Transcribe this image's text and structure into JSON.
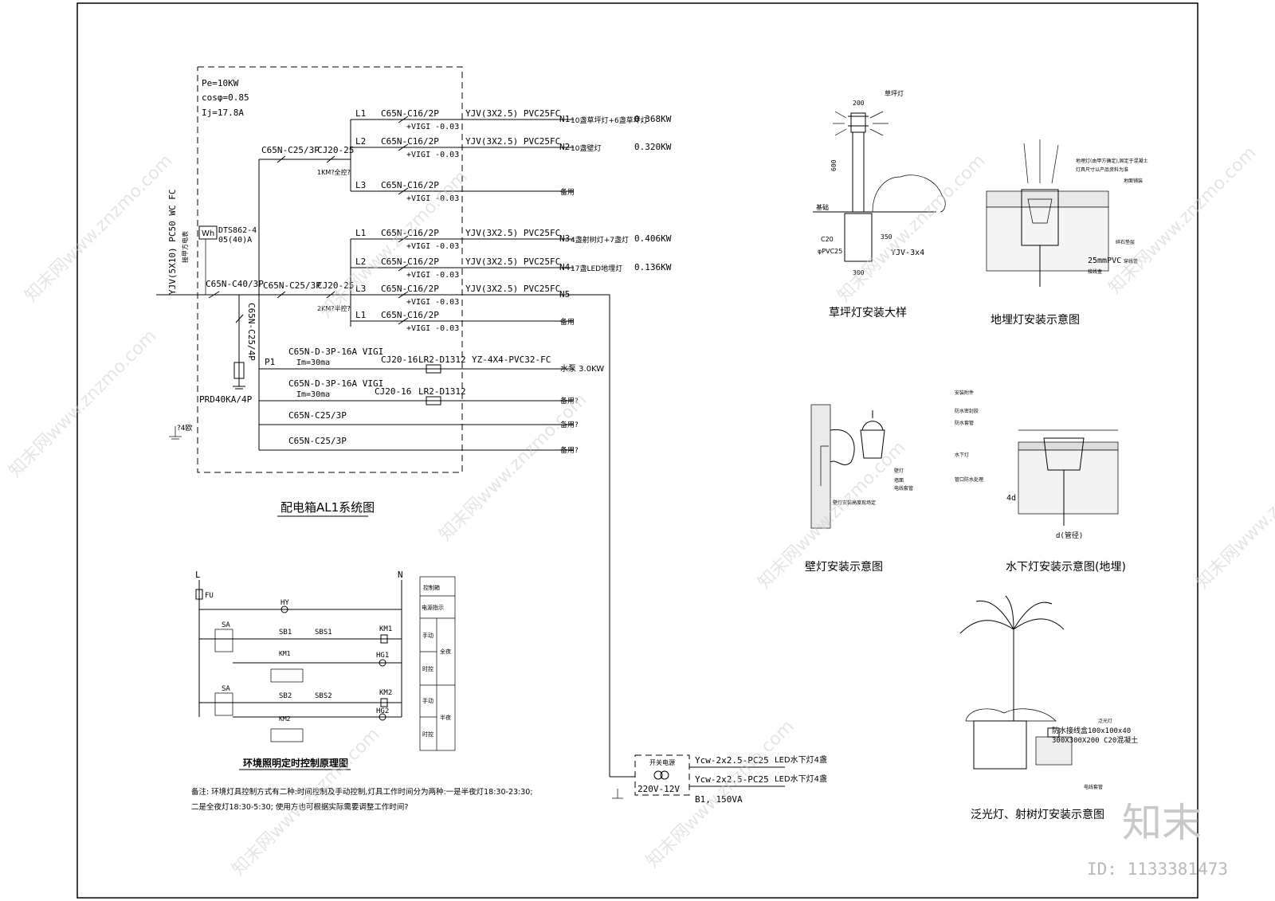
{
  "system": {
    "title": "配电箱AL1系统图",
    "pe": "Pe=10KW",
    "cos": "cosφ=0.85",
    "ij": "Ij=17.8A",
    "incoming_cable": "YJV(5X10) PC50 WC FC",
    "meter_label": "Wh",
    "meter_model": "DTS862-4",
    "meter_rating": "05(40)A",
    "meter_note": "接甲方电表",
    "main_breaker": "C65N-C40/3P",
    "spd_breaker": "C65N-C25/4P",
    "spd": "PRD40KA/4P",
    "ground": "?4欧",
    "group1": {
      "breaker": "C65N-C25/3P",
      "contactor": "CJ20-25",
      "km": "1KM?全控?"
    },
    "group2": {
      "breaker": "C65N-C25/3P",
      "contactor": "CJ20-25",
      "km": "2KM?半控?"
    },
    "branches": [
      {
        "phase": "L1",
        "breaker": "C65N-C16/2P",
        "vigi": "+VIGI -0.03",
        "cable": "YJV(3X2.5) PVC25FC",
        "circuit": "N1",
        "load": "10盏草坪灯+6盏草坪灯",
        "power": "0.368KW"
      },
      {
        "phase": "L2",
        "breaker": "C65N-C16/2P",
        "vigi": "+VIGI -0.03",
        "cable": "YJV(3X2.5) PVC25FC",
        "circuit": "N2",
        "load": "10盏壁灯",
        "power": "0.320KW"
      },
      {
        "phase": "L3",
        "breaker": "C65N-C16/2P",
        "vigi": "+VIGI -0.03",
        "cable": "",
        "circuit": "",
        "load": "备用",
        "power": ""
      },
      {
        "phase": "L1",
        "breaker": "C65N-C16/2P",
        "vigi": "+VIGI -0.03",
        "cable": "YJV(3X2.5) PVC25FC",
        "circuit": "N3",
        "load": "4盏射树灯+7盏灯",
        "power": "0.406KW"
      },
      {
        "phase": "L2",
        "breaker": "C65N-C16/2P",
        "vigi": "+VIGI -0.03",
        "cable": "YJV(3X2.5) PVC25FC",
        "circuit": "N4",
        "load": "17盏LED地埋灯",
        "power": "0.136KW"
      },
      {
        "phase": "L3",
        "breaker": "C65N-C16/2P",
        "vigi": "+VIGI -0.03",
        "cable": "YJV(3X2.5) PVC25FC",
        "circuit": "N5",
        "load": "",
        "power": ""
      },
      {
        "phase": "L1",
        "breaker": "C65N-C16/2P",
        "vigi": "+VIGI -0.03",
        "cable": "",
        "circuit": "",
        "load": "备用",
        "power": ""
      }
    ],
    "pump1": {
      "phase": "P1",
      "breaker": "C65N-D-3P-16A VIGI",
      "im": "Im=30ma",
      "contactor": "CJ20-16",
      "relay": "LR2-D1312",
      "cable": "YZ-4X4-PVC32-FC",
      "load": "水泵 3.0KW"
    },
    "pump2": {
      "breaker": "C65N-D-3P-16A VIGI",
      "im": "Im=30ma",
      "contactor": "CJ20-16",
      "relay": "LR2-D1312",
      "load": "备用?"
    },
    "spare1": {
      "breaker": "C65N-C25/3P",
      "load": "备用?"
    },
    "spare2": {
      "breaker": "C65N-C25/3P",
      "load": "备用?"
    },
    "transformer": {
      "title": "开关电源",
      "voltage": "220V-12V",
      "rating": "B1, 150VA",
      "out1_cable": "Ycw-2x2.5-PC25",
      "out1_load": "LED水下灯4盏",
      "out2_cable": "Ycw-2x2.5-PC25",
      "out2_load": "LED水下灯4盏"
    }
  },
  "control": {
    "title": "环境照明定时控制原理图",
    "L": "L",
    "N": "N",
    "FU": "FU",
    "HY": "HY",
    "sa": "SA",
    "sb1": "SB1",
    "sbs1": "SBS1",
    "km1": "KM1",
    "hg1": "HG1",
    "sb2": "SB2",
    "sbs2": "SBS2",
    "km2": "KM2",
    "hg2": "HG2",
    "table": [
      "控制箱",
      "电源指示",
      "手动",
      "时控",
      "全夜",
      "手动",
      "时控",
      "半夜"
    ],
    "note_line1": "备注:  环境灯具控制方式有二种:时间控制及手动控制,灯具工作时间分为两种:一是半夜灯18:30-23:30;",
    "note_line2": "二是全夜灯18:30-5:30;  使用方也可根据实际需要调整工作时间?"
  },
  "details": {
    "lawn": {
      "title": "草坪灯安装大样",
      "dim_top": "200",
      "dim_h": "600",
      "dim_base": "300",
      "dim_depth": "350",
      "c20": "C20",
      "pvc": "φPVC25",
      "cable": "YJV-3x4",
      "lamp": "草坪灯",
      "base": "基础"
    },
    "buried": {
      "title": "地埋灯安装示意图",
      "note1": "地埋灯(由甲方确定),固定于混凝土",
      "note2": "灯具尺寸以产品资料为准",
      "note3": "地面铺装",
      "note4": "碎石垫层",
      "pvc": "25mmPVC",
      "pvc2": "穿线管",
      "note5": "接线盒"
    },
    "wall": {
      "title": "壁灯安装示意图",
      "note1": "壁灯",
      "note2": "电线套管",
      "note3": "墙面",
      "note4": "壁灯安装高度现场定"
    },
    "underwater": {
      "title": "水下灯安装示意图(地埋)",
      "note1": "安装附件",
      "note2": "防水密封胶",
      "note3": "防水套管",
      "note4": "水下灯",
      "note5": "管口防水处理",
      "note6": "4d",
      "note7": "d(管径)"
    },
    "flood": {
      "title": "泛光灯、射树灯安装示意图",
      "note1": "泛光灯",
      "note2": "防水接线盒100x100x40",
      "note3": "300X300X200 C20混凝土",
      "note4": "电线套管"
    }
  },
  "watermark": {
    "brand": "知末",
    "id": "ID: 1133381473",
    "repeat": "知末网www.znzmo.com"
  }
}
